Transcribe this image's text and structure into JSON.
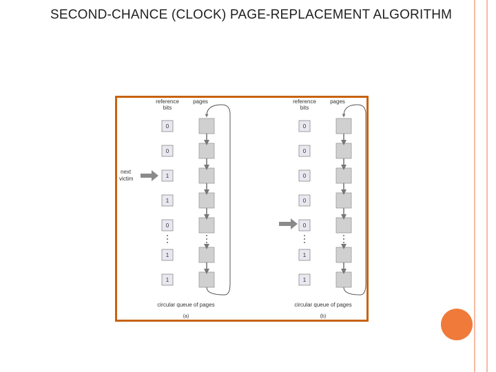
{
  "slide": {
    "title": "SECOND-CHANCE (CLOCK) PAGE-REPLACEMENT ALGORITHM"
  },
  "colors": {
    "frame": "#c8620e",
    "accent_dot": "#f07a3a",
    "deco_lines": "#f5b9a3",
    "page_fill": "#d0d0d0",
    "bit_fill": "#e8e8f0"
  },
  "figure": {
    "header_reference": "reference",
    "header_bits": "bits",
    "header_pages": "pages",
    "footer": "circular queue of pages",
    "next_victim_line1": "next",
    "next_victim_line2": "victim",
    "panel_a": {
      "caption": "(a)",
      "bits_top": [
        "0",
        "0",
        "1",
        "1",
        "0"
      ],
      "bits_bottom": [
        "1",
        "1"
      ]
    },
    "panel_b": {
      "caption": "(b)",
      "bits_top": [
        "0",
        "0",
        "0",
        "0",
        "0"
      ],
      "bits_bottom": [
        "1",
        "1"
      ]
    }
  }
}
